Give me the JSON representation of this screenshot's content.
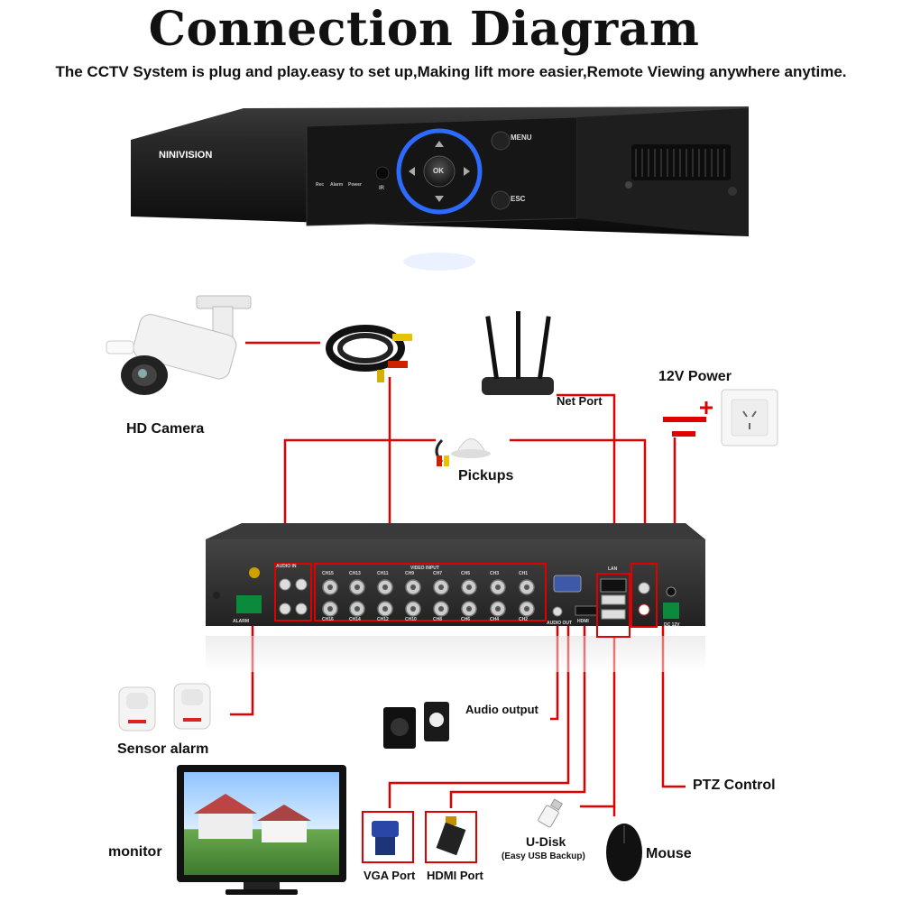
{
  "title": "Connection Diagram",
  "subtitle": "The CCTV System is plug and play.easy to set up,Making lift more easier,Remote Viewing anywhere anytime.",
  "dvr": {
    "brand": "NINIVISION",
    "buttons": {
      "menu": "MENU",
      "esc": "ESC",
      "ok": "OK"
    },
    "indicators": [
      "Rec",
      "Alarm",
      "Power"
    ],
    "ir_label": "IR"
  },
  "rear_panel": {
    "audio_in": "AUDIO IN",
    "video_input": "VIDEO INPUT",
    "channels_top": [
      "CH15",
      "CH13",
      "CH11",
      "CH9",
      "CH7",
      "CH5",
      "CH3",
      "CH1"
    ],
    "channels_bottom": [
      "CH16",
      "CH14",
      "CH12",
      "CH10",
      "CH8",
      "CH6",
      "CH4",
      "CH2"
    ],
    "alarm": "ALARM",
    "hdmi": "HDMI",
    "dc": "DC 12V",
    "lan": "LAN",
    "audio_out": "AUDIO OUT"
  },
  "labels": {
    "hd_camera": "HD Camera",
    "net_port": "Net Port",
    "power": "12V Power",
    "pickups": "Pickups",
    "sensor_alarm": "Sensor alarm",
    "audio_output": "Audio output",
    "ptz_control": "PTZ Control",
    "monitor": "monitor",
    "vga_port": "VGA Port",
    "hdmi_port": "HDMI Port",
    "udisk": "U-Disk",
    "udisk_note": "(Easy USB Backup)",
    "mouse": "Mouse"
  },
  "colors": {
    "wire": "#e00000",
    "dvr_body": "#1b1b1b",
    "accent_blue": "#2d6bff"
  }
}
